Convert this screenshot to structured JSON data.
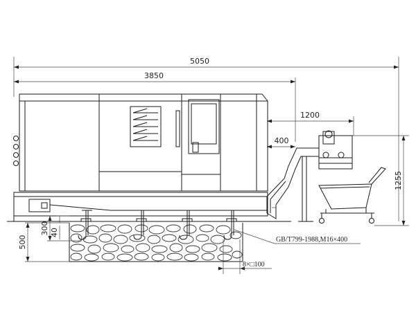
{
  "dimensions": {
    "overall_length": "5050",
    "machine_length": "3850",
    "conveyor_length": "1200",
    "conveyor_offset": "400",
    "height": "1255",
    "foundation_depth": "500",
    "bolt_depth": "300",
    "grout": "40",
    "anchor_pocket": "8×□100"
  },
  "notes": {
    "anchor_bolt_spec": "GB/T799-1988,M16×400"
  }
}
